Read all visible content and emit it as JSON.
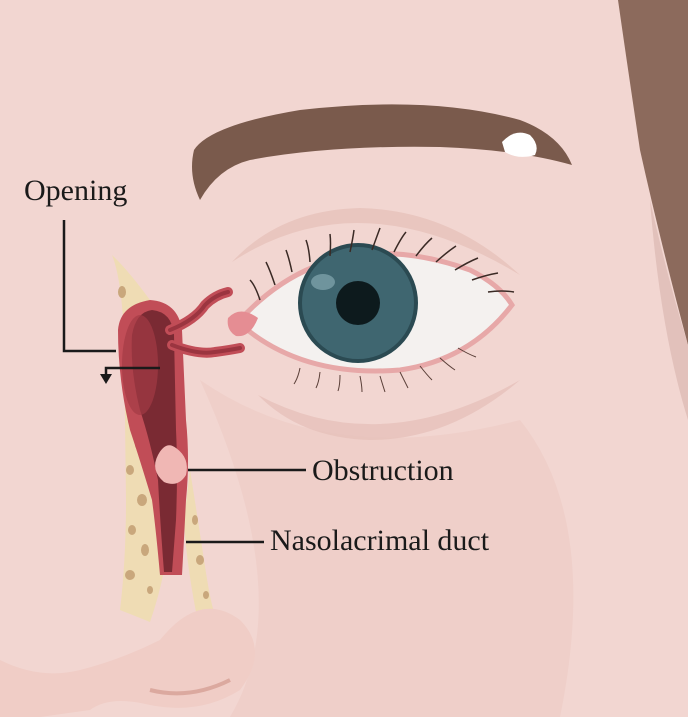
{
  "labels": {
    "opening": "Opening",
    "obstruction": "Obstruction",
    "nasolacrimal_duct": "Nasolacrimal duct"
  },
  "colors": {
    "skin": "#f2d6d1",
    "skin_shadow": "#e8c4bd",
    "hair": "#8c6a5c",
    "eyebrow": "#7a5a4c",
    "iris": "#3f6670",
    "pupil": "#0d1a1d",
    "sclera": "#f4f1ef",
    "lacrimal_sac": "#b2454e",
    "duct_inner": "#7a2a33",
    "bone": "#efdcb4",
    "bone_spots": "#c9a77c",
    "obstruction": "#f0b7b4",
    "leader_line": "#1a1a1a"
  }
}
